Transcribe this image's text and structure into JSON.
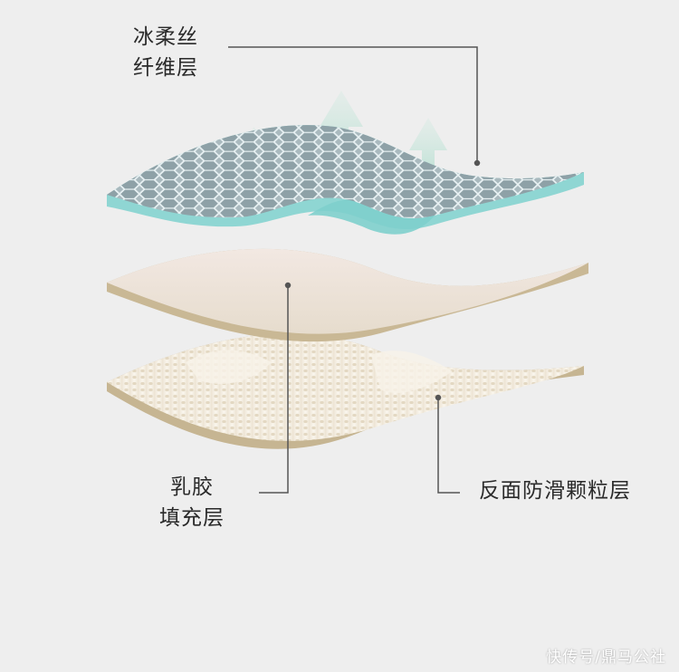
{
  "labels": {
    "top_line1": "冰柔丝",
    "top_line2": "纤维层",
    "middle_line1": "乳胶",
    "middle_line2": "填充层",
    "right": "反面防滑颗粒层"
  },
  "watermark": "快传号/鼎马公社",
  "colors": {
    "background": "#eeeeee",
    "fiber_top": "#9fb3b8",
    "fiber_edge": "#8fd1cf",
    "latex": "#ede4d8",
    "latex_edge": "#c8b898",
    "base": "#f4efe4",
    "base_edge": "#c9b898",
    "arrow": "#a8d8c8"
  }
}
